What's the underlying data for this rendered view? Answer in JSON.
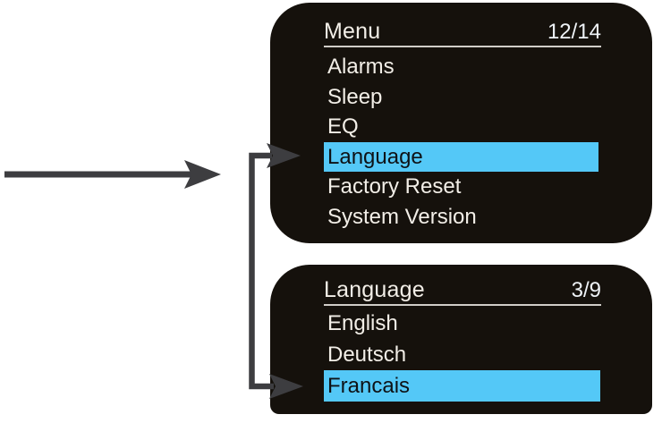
{
  "colors": {
    "screen_bg": "#15110c",
    "text": "#f2eee7",
    "highlight": "#54c8f7",
    "highlight_text": "#0e1216",
    "underline": "#d0cdc8",
    "arrow": "#3d3d40"
  },
  "menu_screen": {
    "title": "Menu",
    "page_indicator": "12/14",
    "items": [
      {
        "label": "Alarms",
        "selected": false
      },
      {
        "label": "Sleep",
        "selected": false
      },
      {
        "label": "EQ",
        "selected": false
      },
      {
        "label": "Language",
        "selected": true
      },
      {
        "label": "Factory Reset",
        "selected": false
      },
      {
        "label": "System Version",
        "selected": false
      }
    ]
  },
  "language_screen": {
    "title": "Language",
    "page_indicator": "3/9",
    "items": [
      {
        "label": "English",
        "selected": false
      },
      {
        "label": "Deutsch",
        "selected": false
      },
      {
        "label": "Francais",
        "selected": true
      }
    ]
  },
  "icons": {
    "flow_arrow": "right-arrow",
    "connector_top_arrow": "right-arrow",
    "connector_bottom_arrow": "right-arrow"
  }
}
